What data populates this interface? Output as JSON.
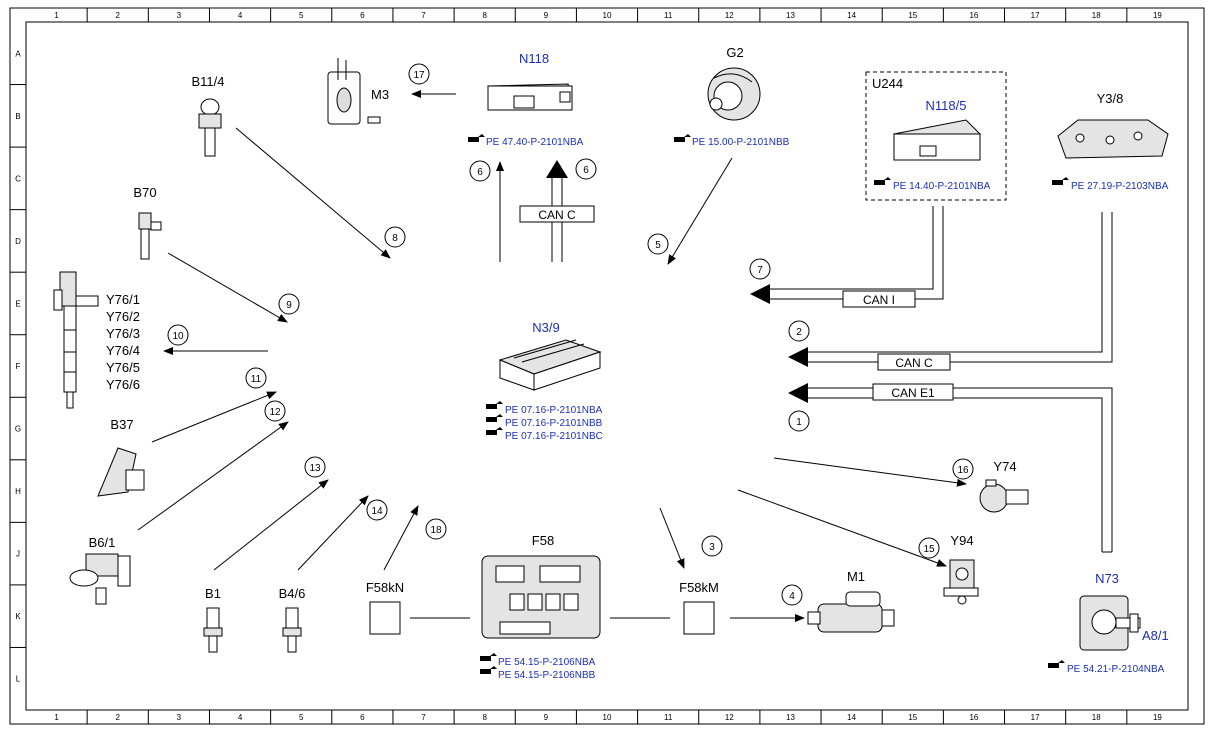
{
  "grid": {
    "columns": [
      "1",
      "2",
      "3",
      "4",
      "5",
      "6",
      "7",
      "8",
      "9",
      "10",
      "11",
      "12",
      "13",
      "14",
      "15",
      "16",
      "17",
      "18",
      "19"
    ],
    "rows": [
      "A",
      "B",
      "C",
      "D",
      "E",
      "F",
      "G",
      "H",
      "J",
      "K",
      "L"
    ]
  },
  "components": {
    "n118": "N118",
    "n118_ref": "PE 47.40-P-2101NBA",
    "m3": "M3",
    "g2": "G2",
    "g2_ref": "PE 15.00-P-2101NBB",
    "u244": "U244",
    "n118_5": "N118/5",
    "n118_5_ref": "PE 14.40-P-2101NBA",
    "y3_8": "Y3/8",
    "y3_8_ref": "PE 27.19-P-2103NBA",
    "b11_4": "B11/4",
    "b70": "B70",
    "y76": [
      "Y76/1",
      "Y76/2",
      "Y76/3",
      "Y76/4",
      "Y76/5",
      "Y76/6"
    ],
    "n3_9": "N3/9",
    "n3_9_refs": [
      "PE 07.16-P-2101NBA",
      "PE 07.16-P-2101NBB",
      "PE 07.16-P-2101NBC"
    ],
    "b37": "B37",
    "b6_1": "B6/1",
    "b1": "B1",
    "b4_6": "B4/6",
    "f58kn": "F58kN",
    "f58": "F58",
    "f58_refs": [
      "PE 54.15-P-2106NBA",
      "PE 54.15-P-2106NBB"
    ],
    "f58km": "F58kM",
    "m1": "M1",
    "y74": "Y74",
    "y94": "Y94",
    "n73": "N73",
    "a8_1": "A8/1",
    "n73_ref": "PE 54.21-P-2104NBA"
  },
  "buses": {
    "can_c_top": "CAN C",
    "can_i": "CAN I",
    "can_c": "CAN C",
    "can_e1": "CAN E1"
  },
  "arrows": {
    "a1": "1",
    "a2": "2",
    "a3": "3",
    "a4": "4",
    "a5": "5",
    "a6l": "6",
    "a6r": "6",
    "a7": "7",
    "a8": "8",
    "a9": "9",
    "a10": "10",
    "a11": "11",
    "a12": "12",
    "a13": "13",
    "a14": "14",
    "a15": "15",
    "a16": "16",
    "a17": "17",
    "a18": "18"
  },
  "colors": {
    "link_blue": "#1a2fb8",
    "line": "#000000"
  },
  "icons": {
    "reference": "pointing-hand-icon"
  }
}
